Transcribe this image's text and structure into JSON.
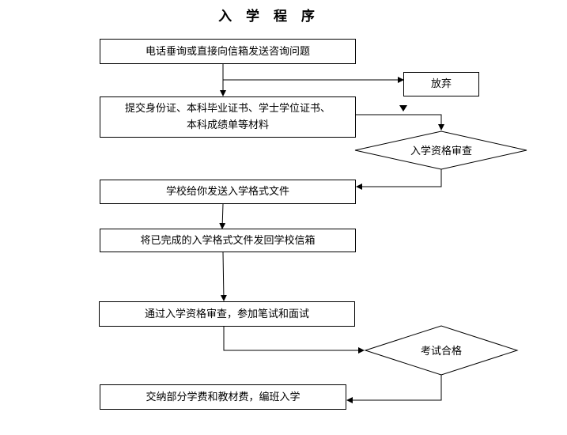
{
  "title": "入 学 程 序",
  "steps": {
    "consult": "电话垂询或直接向信箱发送咨询问题",
    "give_up": "放弃",
    "submit_line1": "提交身份证、本科毕业证书、学士学位证书、",
    "submit_line2": "本科成绩单等材料",
    "qualification_review": "入学资格审查",
    "school_sends_forms": "学校给你发送入学格式文件",
    "return_forms": "将已完成的入学格式文件发回学校信箱",
    "pass_review_exam": "通过入学资格审查，参加笔试和面试",
    "exam_passed": "考试合格",
    "enroll": "交纳部分学费和教材费，编班入学"
  }
}
